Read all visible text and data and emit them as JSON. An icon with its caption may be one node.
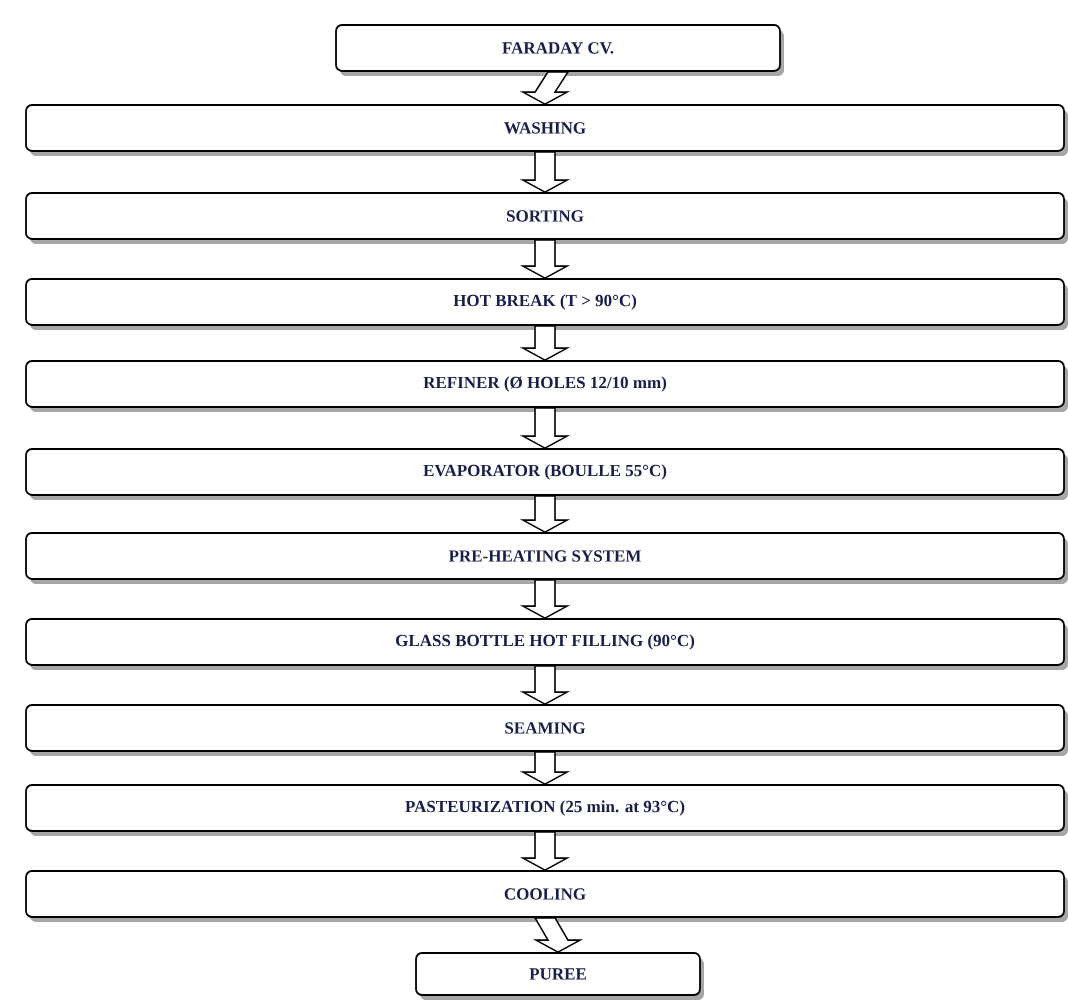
{
  "diagram": {
    "nodes": [
      {
        "text": [
          "FARADAY CV."
        ]
      },
      {
        "text": [
          "WASHING"
        ]
      },
      {
        "text": [
          "SORTING"
        ]
      },
      {
        "text": [
          "HOT BREAK (T > 90°C)"
        ]
      },
      {
        "text": [
          "REFINER (Ø HOLES 12/10 mm)"
        ]
      },
      {
        "text": [
          "EVAPORATOR (BOULLE 55°C)"
        ]
      },
      {
        "text": [
          "PRE-HEATING SYSTEM"
        ]
      },
      {
        "text": [
          "GLASS BOTTLE HOT FILLING (90°C)"
        ]
      },
      {
        "text": [
          "SEAMING"
        ]
      },
      {
        "text": [
          "PASTEURIZATION (25 min. at 93°C)"
        ]
      },
      {
        "text": [
          "COOLING"
        ]
      },
      {
        "text": [
          "PUREE"
        ]
      }
    ],
    "edges": [
      {
        "from": 0,
        "to": 1,
        "arrow": "to"
      },
      {
        "from": 1,
        "to": 2,
        "arrow": "to"
      },
      {
        "from": 2,
        "to": 3,
        "arrow": "to"
      },
      {
        "from": 3,
        "to": 4,
        "arrow": "to"
      },
      {
        "from": 4,
        "to": 5,
        "arrow": "to"
      },
      {
        "from": 5,
        "to": 6,
        "arrow": "to"
      },
      {
        "from": 6,
        "to": 7,
        "arrow": "to"
      },
      {
        "from": 7,
        "to": 8,
        "arrow": "to"
      },
      {
        "from": 8,
        "to": 9,
        "arrow": "to"
      },
      {
        "from": 9,
        "to": 10,
        "arrow": "to"
      },
      {
        "from": 10,
        "to": 11,
        "arrow": "to"
      }
    ]
  }
}
